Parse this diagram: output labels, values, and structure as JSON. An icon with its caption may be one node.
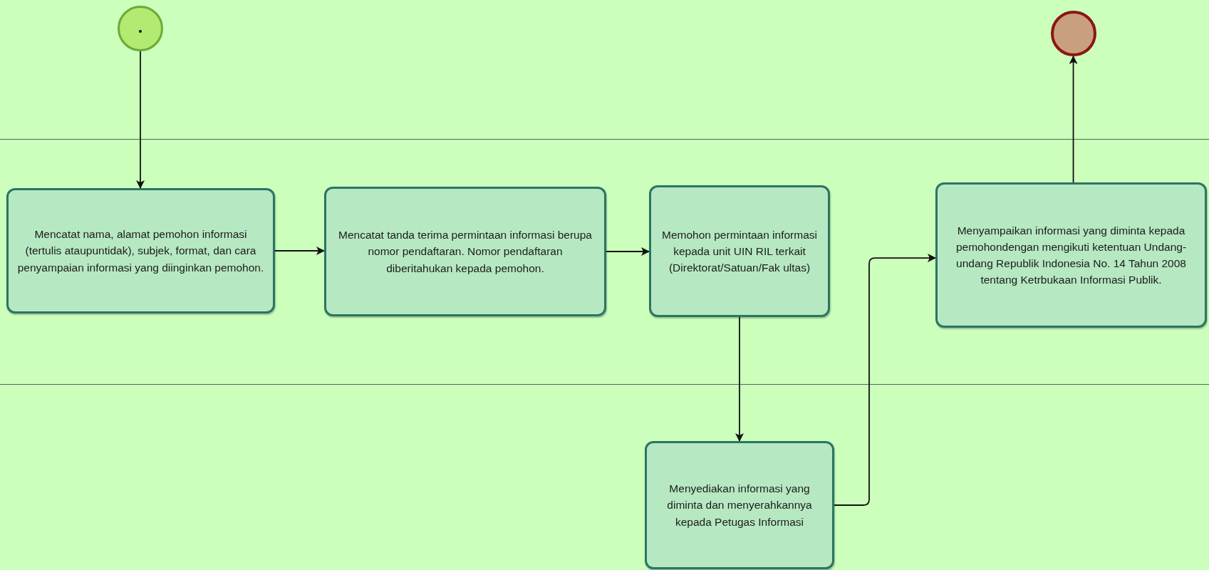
{
  "diagram": {
    "nodes": [
      {
        "text": [],
        "shape": "circle"
      },
      {
        "text": [],
        "shape": "circle"
      },
      {
        "text": [
          "Mencatat nama, alamat pemohon informasi (tertulis ataupuntidak), subjek, format, dan cara penyampaian informasi yang diinginkan pemohon."
        ]
      },
      {
        "text": [
          "Mencatat tanda terima permintaan informasi berupa nomor pendaftaran. Nomor pendaftaran diberitahukan kepada pemohon."
        ]
      },
      {
        "text": [
          "Memohon permintaan informasi kepada unit UIN RIL terkait (Direktorat/Satuan/Fak ultas)"
        ]
      },
      {
        "text": [
          "Menyampaikan informasi yang diminta kepada pemohondengan mengikuti ketentuan Undang- undang Republik Indonesia No. 14 Tahun 2008 tentang Ketrbukaan Informasi Publik."
        ]
      },
      {
        "text": [
          "Menyediakan informasi yang diminta dan menyerahkannya kepada Petugas Informasi"
        ]
      }
    ],
    "edges": [
      {
        "from": 0,
        "to": 2,
        "arrow": "to"
      },
      {
        "from": 2,
        "to": 3,
        "arrow": "to"
      },
      {
        "from": 3,
        "to": 4,
        "arrow": "to"
      },
      {
        "from": 4,
        "to": 6,
        "arrow": "to"
      },
      {
        "from": 6,
        "to": 5,
        "arrow": "to"
      },
      {
        "from": 5,
        "to": 1,
        "arrow": "to"
      }
    ]
  }
}
